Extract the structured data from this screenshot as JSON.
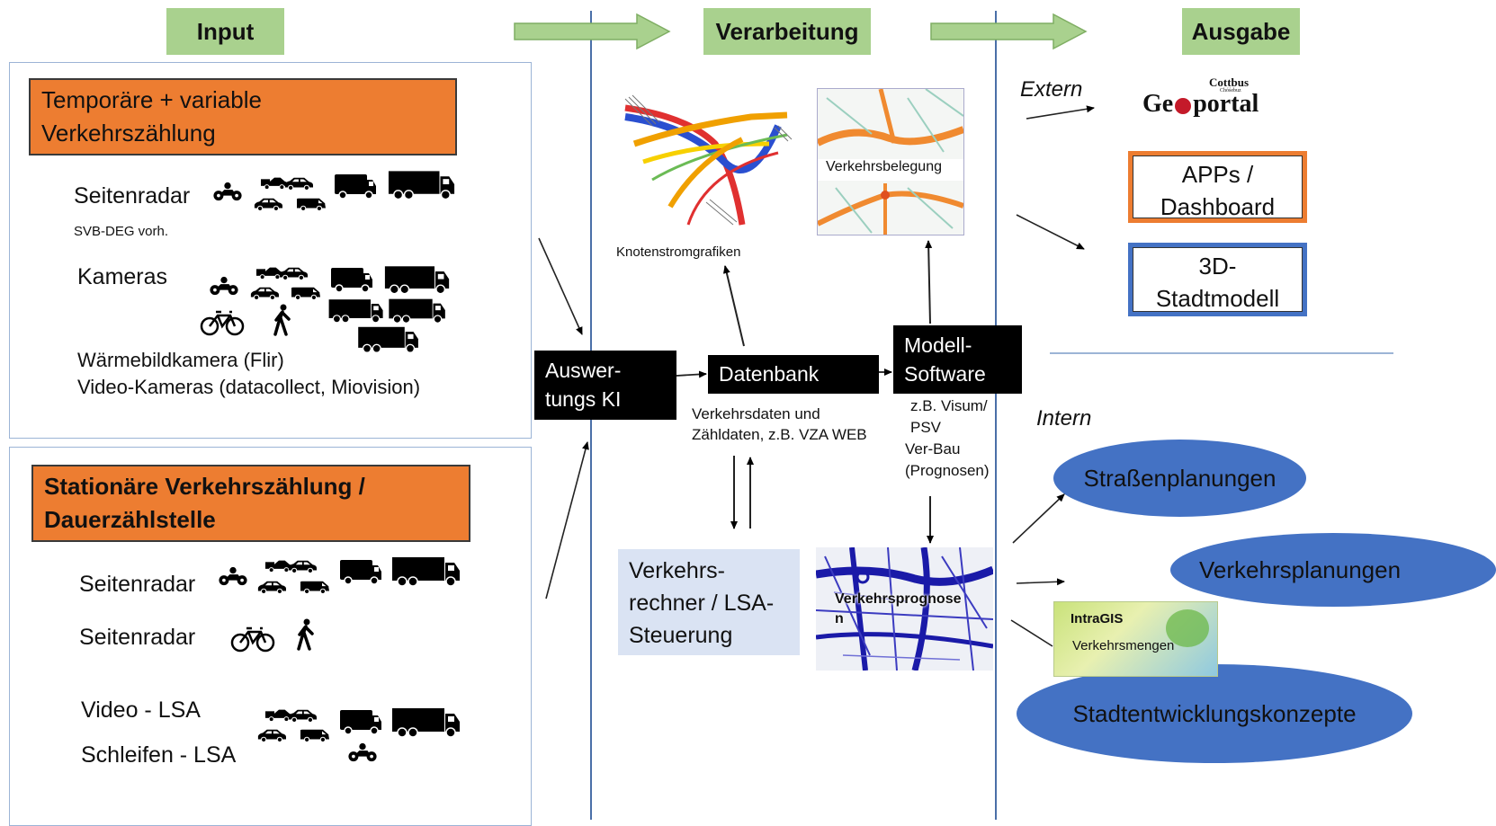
{
  "headers": {
    "input": "Input",
    "verarbeitung": "Verarbeitung",
    "ausgabe": "Ausgabe"
  },
  "input": {
    "temp_box": [
      "Temporäre + variable",
      "Verkehrszählung"
    ],
    "seitenradar": "Seitenradar",
    "svb_note": "SVB-DEG vorh.",
    "kameras": "Kameras",
    "waermebild": "Wärmebildkamera (Flir)",
    "video_kameras": "Video-Kameras (datacollect, Miovision)",
    "stat_box": [
      "Stationäre Verkehrszählung /",
      "Dauerzählstelle"
    ],
    "seitenradar_2": "Seitenradar",
    "seitenradar_3": "Seitenradar",
    "video_lsa": "Video - LSA",
    "schleifen_lsa": "Schleifen - LSA"
  },
  "processing": {
    "auswertung": [
      "Auswer-",
      "tungs KI"
    ],
    "datenbank": "Datenbank",
    "datenbank_note": [
      "Verkehrsdaten und",
      "Zähldaten, z.B. VZA WEB"
    ],
    "modell": [
      "Modell-",
      "Software"
    ],
    "modell_note": [
      "z.B. Visum/",
      "PSV",
      "Ver-Bau",
      "(Prognosen)"
    ],
    "knotenstrom": "Knotenstromgrafiken",
    "verkehrsbelegung": "Verkehrsbelegung",
    "verkehrsrechner": [
      "Verkehrs-",
      "rechner / LSA-",
      "Steuerung"
    ],
    "verkehrsprognose": [
      "Verkehrsprognose",
      "n"
    ]
  },
  "output": {
    "extern": "Extern",
    "geoportal_city": "Cottbus",
    "geoportal_sub": "Chóśebuz",
    "geoportal_left": "Ge",
    "geoportal_right": "portal",
    "apps": [
      "APPs /",
      "Dashboard"
    ],
    "stadtmodell": [
      "3D-",
      "Stadtmodell"
    ],
    "intern": "Intern",
    "strassen": "Straßenplanungen",
    "verkehrsplanungen": "Verkehrsplanungen",
    "intragis": "IntraGIS",
    "intragis_sub": "Verkehrsmengen",
    "stadtentwicklung": "Stadtentwicklungskonzepte"
  },
  "colors": {
    "header_green": "#a9d18e",
    "orange": "#ed7d31",
    "ellipse_blue": "#4472c4",
    "divider_blue": "#4a6fa8",
    "frame_orange": "#ed7d31",
    "frame_blue": "#4472c4",
    "lsa_box": "#dae3f3"
  },
  "icons": [
    "motorcycle-icon",
    "car-icon",
    "van-icon",
    "truck-icon",
    "bicycle-icon",
    "pedestrian-icon"
  ]
}
